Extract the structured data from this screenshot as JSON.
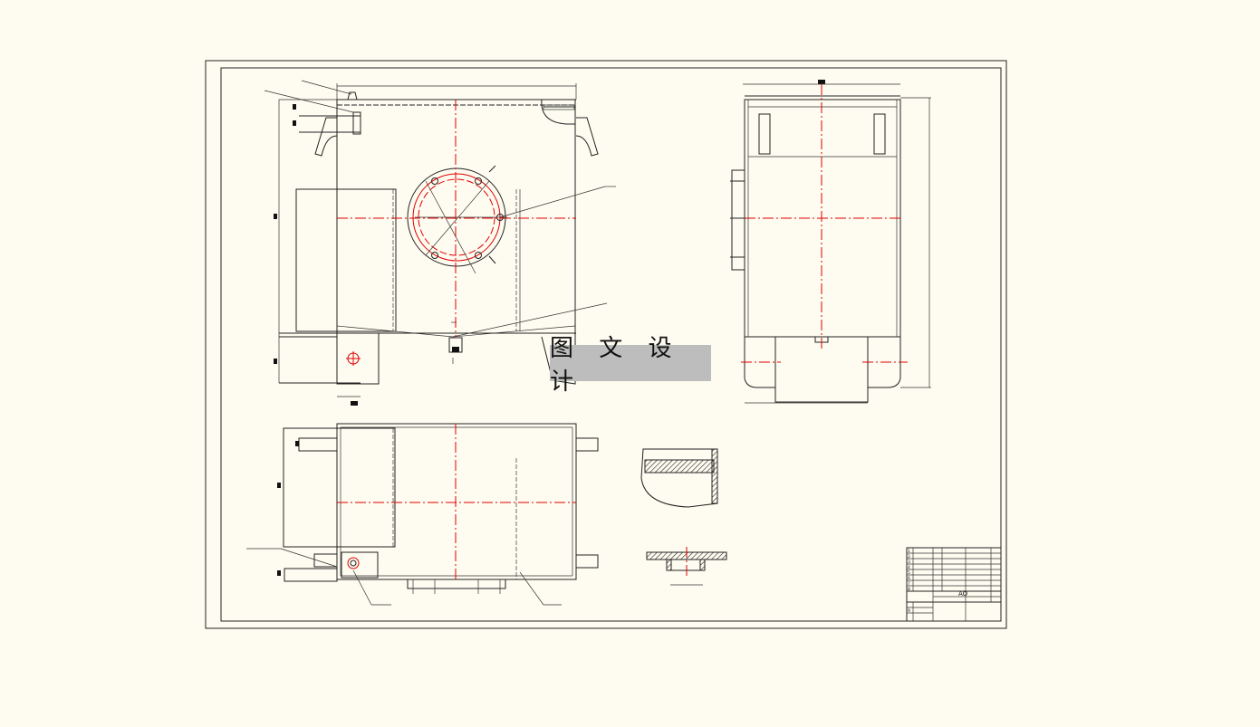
{
  "watermark": {
    "text": "图 文 设 计"
  },
  "drawing": {
    "scale_text": "AO",
    "title_block_rows": [
      "1",
      "2",
      "3",
      "4",
      "5",
      "6",
      "7",
      "8",
      "9"
    ]
  },
  "colors": {
    "background": "#fefcf0",
    "line": "#222222",
    "center_line": "#e00000",
    "watermark_bg": "#bdbdbd"
  }
}
